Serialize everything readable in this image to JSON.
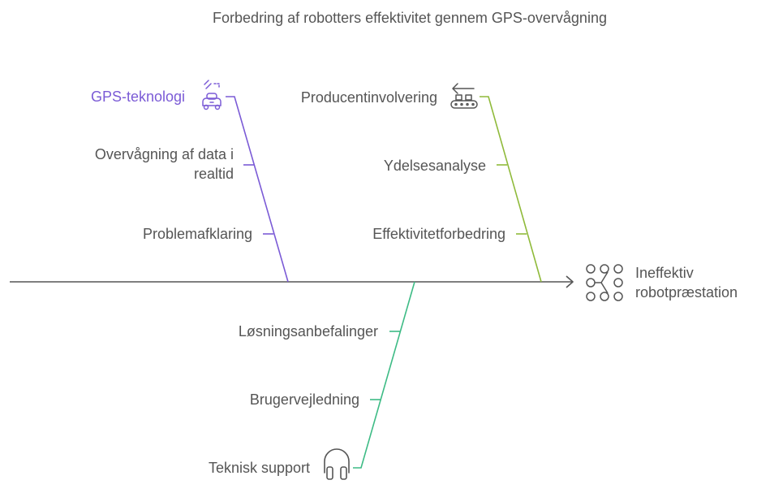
{
  "title": "Forbedring af robotters effektivitet gennem GPS-overvågning",
  "effect": {
    "line1": "Ineffektiv",
    "line2": "robotpræstation",
    "icon": "network-nodes-icon"
  },
  "branches": [
    {
      "id": "gps",
      "head": "GPS-teknologi",
      "color": "#7b5bd6",
      "icon": "robot-car-gps-icon",
      "causes": [
        {
          "line1": "Overvågning af data i",
          "line2": "realtid"
        },
        {
          "line1": "Problemafklaring"
        }
      ]
    },
    {
      "id": "producer",
      "head": "Producentinvolvering",
      "color": "#8fba3a",
      "icon": "conveyor-belt-icon",
      "causes": [
        {
          "line1": "Ydelsesanalyse"
        },
        {
          "line1": "Effektivitetforbedring"
        }
      ]
    },
    {
      "id": "support",
      "head": "Teknisk support",
      "color": "#3dbb85",
      "icon": "headset-icon",
      "causes": [
        {
          "line1": "Løsningsanbefalinger"
        },
        {
          "line1": "Brugervejledning"
        }
      ]
    }
  ]
}
